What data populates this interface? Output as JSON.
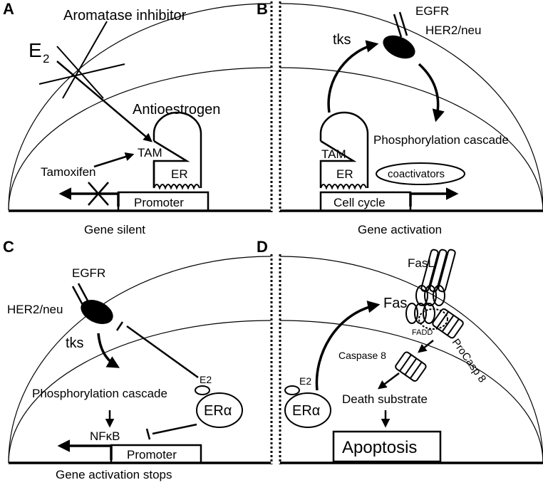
{
  "panels": {
    "A": {
      "letter": "A",
      "aromatase": "Aromatase inhibitor",
      "e2_main": "E",
      "e2_sub": "2",
      "antioestrogen": "Antioestrogen",
      "tam": "TAM",
      "er": "ER",
      "tamoxifen": "Tamoxifen",
      "promoter": "Promoter",
      "caption": "Gene silent"
    },
    "B": {
      "letter": "B",
      "egfr": "EGFR",
      "her2": "HER2/neu",
      "tks": "tks",
      "phospho": "Phosphorylation cascade",
      "tam": "TAM",
      "er": "ER",
      "coactivators": "coactivators",
      "cellcycle": "Cell cycle",
      "caption": "Gene activation"
    },
    "C": {
      "letter": "C",
      "egfr": "EGFR",
      "her2": "HER2/neu",
      "tks": "tks",
      "phospho": "Phosphorylation cascade",
      "nfkb": "NFκB",
      "e2": "E2",
      "era": "ERα",
      "promoter": "Promoter",
      "caption": "Gene activation stops"
    },
    "D": {
      "letter": "D",
      "fasl": "FasL",
      "fas": "Fas",
      "fadd": "FADD",
      "procasp": "ProCasp 8",
      "caspase": "Caspase 8",
      "death": "Death substrate",
      "e2": "E2",
      "era": "ERα",
      "apoptosis": "Apoptosis"
    }
  }
}
